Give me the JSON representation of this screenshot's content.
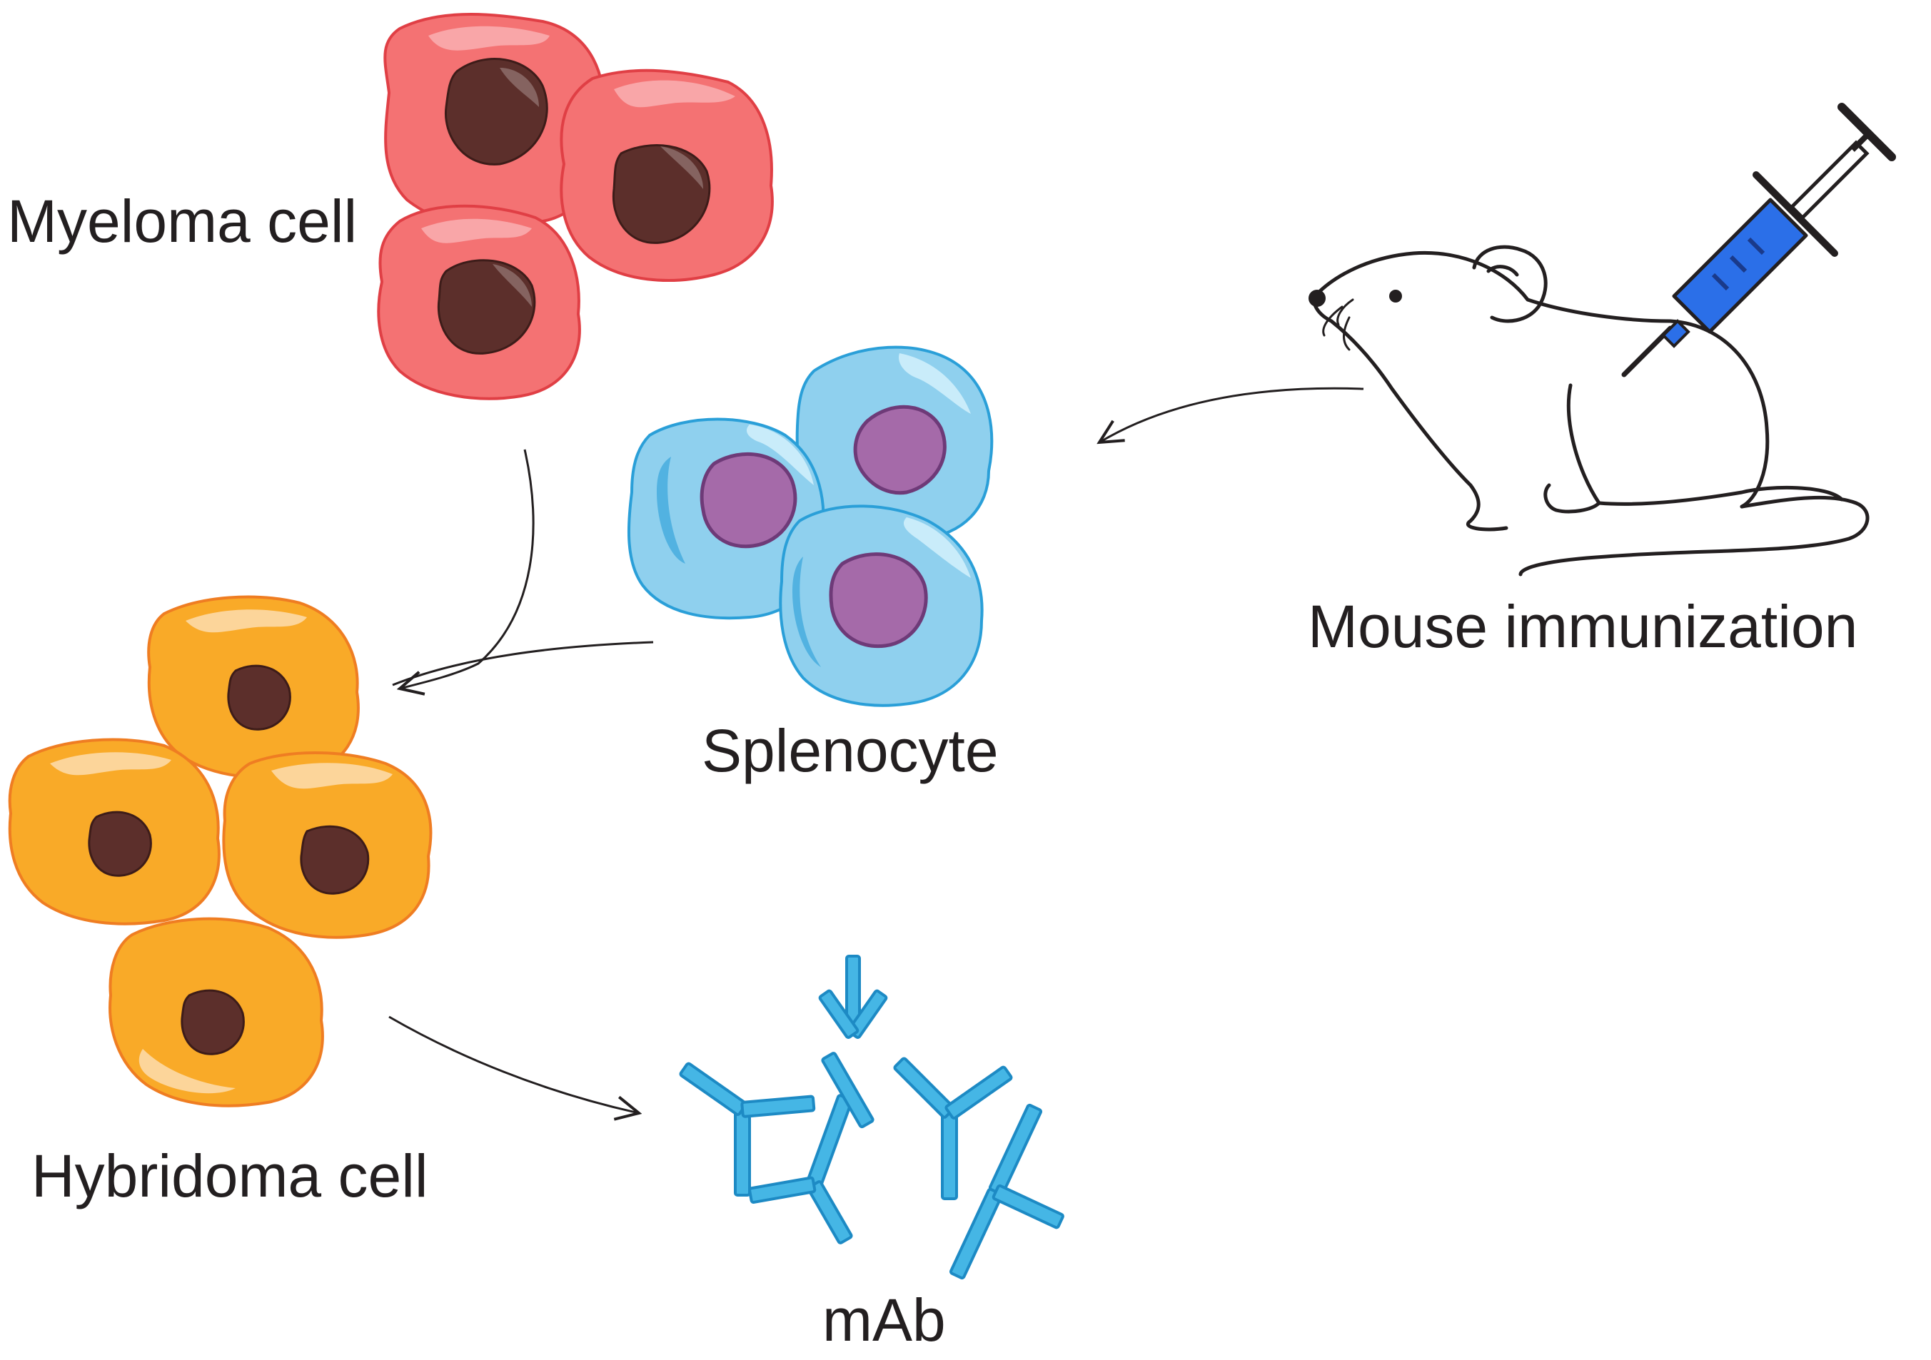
{
  "labels": {
    "myeloma": "Myeloma cell",
    "splenocyte": "Splenocyte",
    "mouse": "Mouse immunization",
    "hybridoma": "Hybridoma cell",
    "mab": "mAb"
  },
  "colors": {
    "myeloma_fill": "#f47273",
    "myeloma_edge": "#e03f45",
    "myeloma_highlight": "#f9a6a8",
    "splenocyte_fill": "#8fd0ee",
    "splenocyte_edge": "#2a9fd8",
    "splenocyte_nucleus": "#a56aa9",
    "hybridoma_fill": "#f9aa28",
    "hybridoma_edge": "#ef7d22",
    "hybridoma_highlight": "#fcd59a",
    "nucleus": "#5c2f2b",
    "antibody": "#45b6e5",
    "antibody_edge": "#1d8ac4",
    "syringe": "#2b6fe8",
    "line": "#231f20"
  },
  "icons": [
    "syringe-icon",
    "mouse-icon",
    "antibody-icon"
  ]
}
